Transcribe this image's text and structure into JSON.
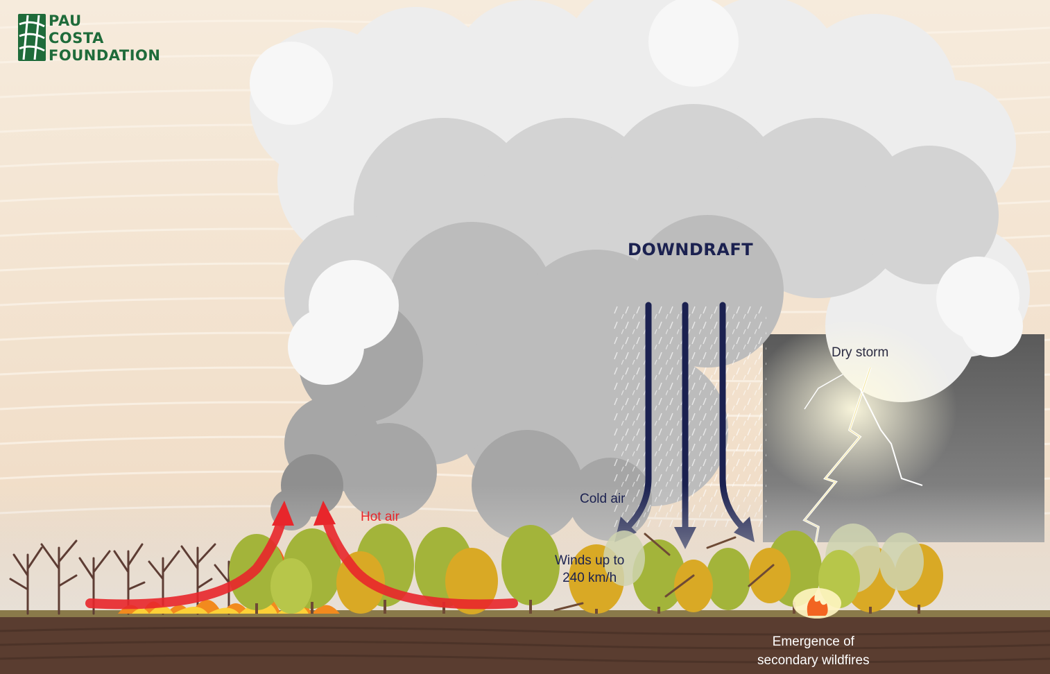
{
  "logo": {
    "line1": "PAU",
    "line2": "COSTA",
    "line3": "FOUNDATION"
  },
  "labels": {
    "downdraft": "DOWNDRAFT",
    "cold_air": "Cold air",
    "hot_air": "Hot air",
    "winds_line1": "Winds up to",
    "winds_line2": "240 km/h",
    "dry_storm": "Dry storm",
    "secondary_line1": "Emergence of",
    "secondary_line2": "secondary wildfires"
  },
  "colors": {
    "sky": "#f3e4d2",
    "ground": "#5a3d30",
    "downdraft_arrow": "#1b2150",
    "hot_air_arrow": "#e8262b",
    "logo": "#1f6b3a"
  }
}
